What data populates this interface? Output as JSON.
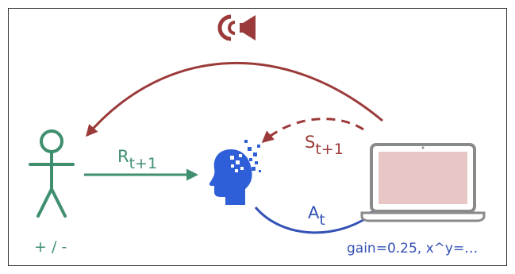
{
  "colors": {
    "green": "#3f8f6f",
    "red": "#9b3a3a",
    "blue": "#3352b5",
    "head_blue": "#2f5fd8",
    "laptop_outline": "#8a8a8a",
    "laptop_screen": "#e8c6c6",
    "frame": "#333333"
  },
  "icons": [
    "speaker-icon",
    "person-icon",
    "brain-head-icon",
    "laptop-icon"
  ],
  "labels": {
    "reward_main": "R",
    "reward_sub": "t+1",
    "state_main": "S",
    "state_sub": "t+1",
    "action_main": "A",
    "action_sub": "t",
    "human_feedback": "+ / -",
    "laptop_caption": "gain=0.25, x^y=…"
  }
}
